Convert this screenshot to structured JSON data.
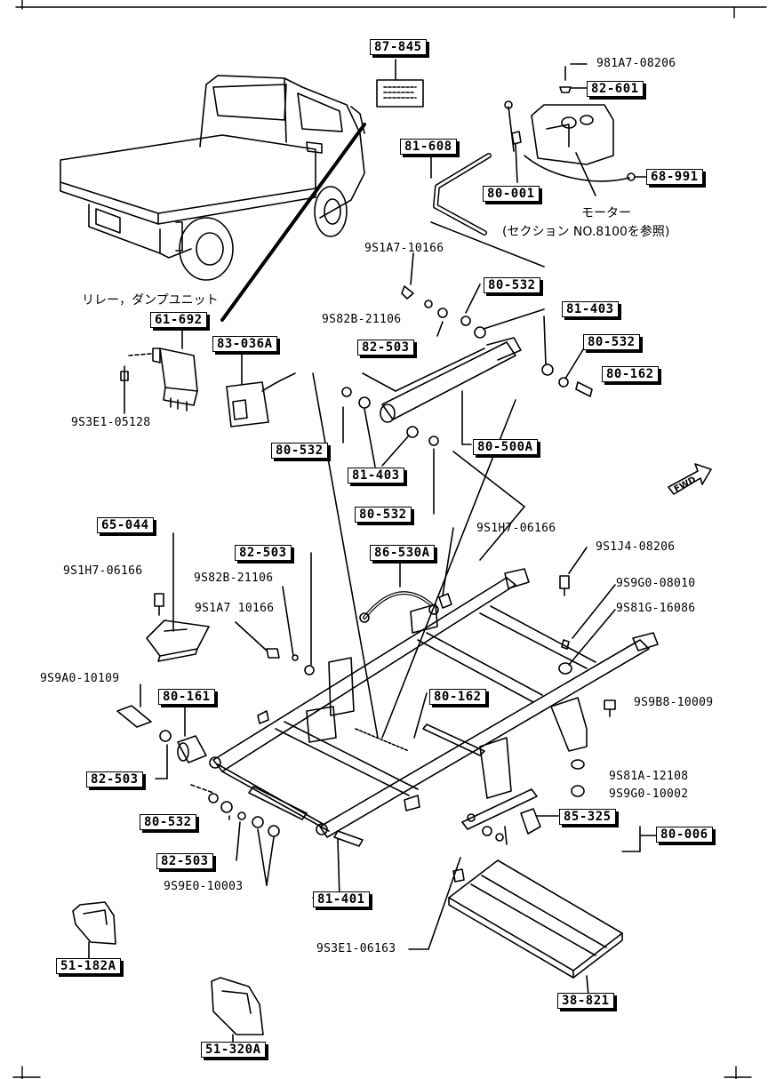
{
  "boxed_parts": {
    "p87_845": "87-845",
    "p82_601": "82-601",
    "p81_608": "81-608",
    "p68_991": "68-991",
    "p80_001": "80-001",
    "p80_532_a": "80-532",
    "p81_403_a": "81-403",
    "p82_503_a": "82-503",
    "p61_692": "61-692",
    "p83_036a": "83-036A",
    "p80_532_b": "80-532",
    "p80_162_a": "80-162",
    "p80_532_c": "80-532",
    "p80_500a": "80-500A",
    "p81_403_b": "81-403",
    "p80_532_d": "80-532",
    "p65_044": "65-044",
    "p82_503_b": "82-503",
    "p86_530a": "86-530A",
    "p80_161": "80-161",
    "p80_162_b": "80-162",
    "p82_503_c": "82-503",
    "p80_532_e": "80-532",
    "p82_503_d": "82-503",
    "p85_325": "85-325",
    "p80_006": "80-006",
    "p81_401": "81-401",
    "p51_182a": "51-182A",
    "p38_821": "38-821",
    "p51_320a": "51-320A"
  },
  "fastener_labels": {
    "f981a7_08206": "981A7-08206",
    "f9s1a7_10166_a": "9S1A7-10166",
    "f9s82b_21106_a": "9S82B-21106",
    "f9s3e1_05128": "9S3E1-05128",
    "f9s1h7_06166_a": "9S1H7-06166",
    "f9s1j4_08206": "9S1J4-08206",
    "f9s1h7_06166_b": "9S1H7-06166",
    "f9s9g0_08010": "9S9G0-08010",
    "f9s82b_21106_b": "9S82B-21106",
    "f9s81g_16086": "9S81G-16086",
    "f9s1a7_10166_b": "9S1A7 10166",
    "f9s9a0_10109": "9S9A0-10109",
    "f9s9b8_10009": "9S9B8-10009",
    "f9s81a_12108": "9S81A-12108",
    "f9s9g0_10002": "9S9G0-10002",
    "f9s9e0_10003": "9S9E0-10003",
    "f9s3e1_06163": "9S3E1-06163"
  },
  "notes": {
    "motor": "モーター",
    "section_ref": "(セクション  NO.8100を参照)",
    "relay_unit": "リレー，ダンプユニット",
    "fwd": "FWD"
  }
}
